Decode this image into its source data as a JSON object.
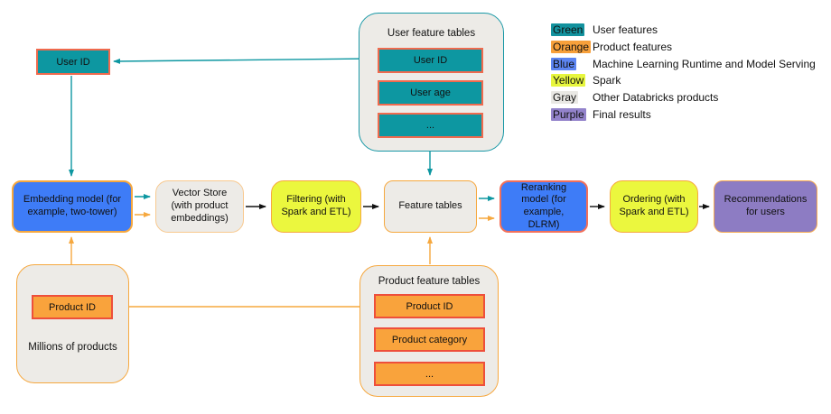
{
  "diagram": {
    "nodes": {
      "user_id_top": "User ID",
      "embedding": "Embedding model (for example, two-tower)",
      "vector_store": "Vector Store (with product embeddings)",
      "filtering": "Filtering (with Spark and ETL)",
      "feature_tables": "Feature tables",
      "reranking": "Reranking model (for example, DLRM)",
      "ordering": "Ordering (with Spark and ETL)",
      "recommendations": "Recommendations for users"
    },
    "user_feature_tables": {
      "title": "User feature tables",
      "rows": [
        "User ID",
        "User age",
        "..."
      ]
    },
    "product_feature_tables": {
      "title": "Product feature tables",
      "rows": [
        "Product ID",
        "Product category",
        "..."
      ]
    },
    "millions_of_products": {
      "label": "Millions of products",
      "row": "Product ID"
    },
    "legend": {
      "items": [
        {
          "swatch": "Green",
          "label": "User features",
          "color": "#12929e",
          "text_color": "#111111"
        },
        {
          "swatch": "Orange",
          "label": "Product features",
          "color": "#f7a03b",
          "text_color": "#111111"
        },
        {
          "swatch": "Blue",
          "label": "Machine Learning Runtime and Model Serving",
          "color": "#5c85f2",
          "text_color": "#111111"
        },
        {
          "swatch": "Yellow",
          "label": "Spark",
          "color": "#e7f63e",
          "text_color": "#111111"
        },
        {
          "swatch": "Gray",
          "label": "Other Databricks products",
          "color": "#e9e8e4",
          "text_color": "#111111"
        },
        {
          "swatch": "Purple",
          "label": "Final results",
          "color": "#9383cb",
          "text_color": "#111111"
        }
      ]
    },
    "colors": {
      "user_flow_teal": "#0d97a1",
      "product_flow_orange": "#f6a83f",
      "pipeline_black": "#111111",
      "blue_node": "#3e7cf7",
      "yellow_node": "#ebf73e",
      "gray_node": "#edebe7",
      "purple_node": "#8d7cc3",
      "teal_record_fill": "#0d97a1",
      "teal_record_border": "#ef6a4e",
      "orange_record_fill": "#f9a33c",
      "orange_record_border": "#ee4f3b"
    }
  }
}
